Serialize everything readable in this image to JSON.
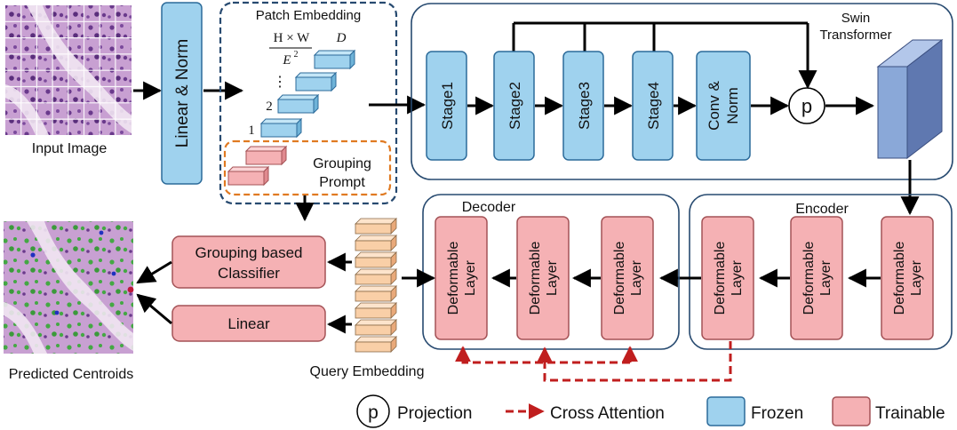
{
  "labels": {
    "input_image": "Input Image",
    "predicted_centroids": "Predicted Centroids",
    "linear_norm": "Linear & Norm",
    "patch_embedding": "Patch Embedding",
    "formula_numer": "H × W",
    "formula_denom": "E",
    "formula_exp": "2",
    "formula_d": "D",
    "dots": "⋮",
    "patch_2": "2",
    "patch_1": "1",
    "grouping_prompt_1": "Grouping",
    "grouping_prompt_2": "Prompt",
    "swin_1": "Swin",
    "swin_2": "Transformer",
    "stage1": "Stage1",
    "stage2": "Stage2",
    "stage3": "Stage3",
    "stage4": "Stage4",
    "conv_norm_1": "Conv &",
    "conv_norm_2": "Norm",
    "projection_symbol": "p",
    "decoder": "Decoder",
    "encoder": "Encoder",
    "deformable_1": "Deformable",
    "deformable_2": "Layer",
    "query_embedding": "Query Embedding",
    "classifier_1": "Grouping based",
    "classifier_2": "Classifier",
    "linear": "Linear"
  },
  "legend": {
    "projection_symbol": "p",
    "projection": "Projection",
    "cross_attention": "Cross Attention",
    "frozen": "Frozen",
    "trainable": "Trainable"
  },
  "colors": {
    "frozen_fill": "#9fd2ee",
    "frozen_stroke": "#2c6b9a",
    "trainable_fill": "#f5b1b4",
    "trainable_stroke": "#a45256",
    "query_fill": "#f9cfa7",
    "container_stroke": "#274a70",
    "patch_dash": "#274a70",
    "prompt_dash": "#e07a22",
    "cross_attention": "#c01e1e",
    "cube_front": "#8aa8d8",
    "cube_side": "#5f78b0"
  }
}
